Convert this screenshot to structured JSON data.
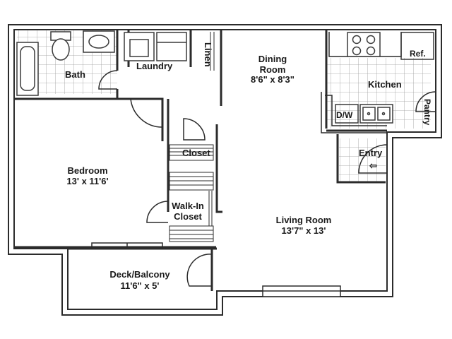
{
  "rooms": {
    "bath": {
      "name": "Bath"
    },
    "laundry": {
      "name": "Laundry"
    },
    "linen": {
      "name": "Linen"
    },
    "dining": {
      "name_line1": "Dining",
      "name_line2": "Room",
      "size": "8'6\" x 8'3\""
    },
    "kitchen": {
      "name": "Kitchen"
    },
    "ref": {
      "name": "Ref."
    },
    "dw": {
      "name": "D/W"
    },
    "pantry": {
      "name": "Pantry"
    },
    "closet": {
      "name": "Closet"
    },
    "entry": {
      "name": "Entry",
      "arrow": "⇦"
    },
    "bedroom": {
      "name": "Bedroom",
      "size": "13' x 11'6'"
    },
    "walkin": {
      "name_line1": "Walk-In",
      "name_line2": "Closet"
    },
    "living": {
      "name": "Living Room",
      "size": "13'7\" x 13'"
    },
    "deck": {
      "name": "Deck/Balcony",
      "size": "11'6\" x 5'"
    }
  },
  "colors": {
    "wall": "#2b2b2b",
    "tile": "#9a9a9a",
    "fixture": "#3a3a3a"
  }
}
